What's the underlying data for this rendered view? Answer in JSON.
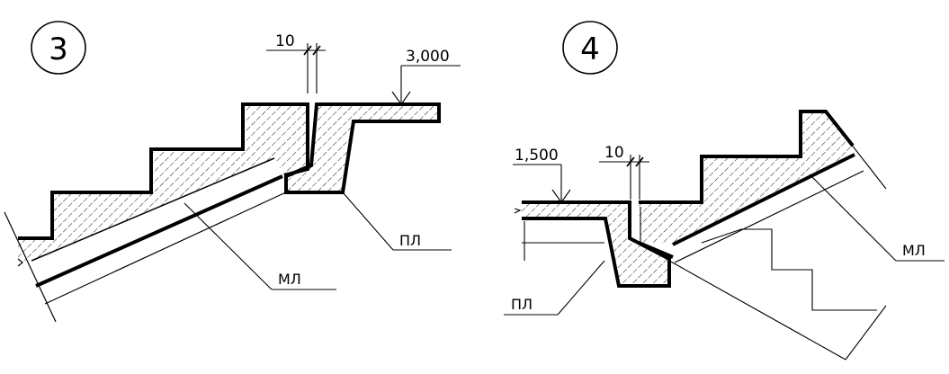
{
  "detail_3": {
    "number": "3",
    "gap_dimension": "10",
    "elevation": "3,000",
    "label_landing": "ПЛ",
    "label_stair": "МЛ"
  },
  "detail_4": {
    "number": "4",
    "gap_dimension": "10",
    "elevation": "1,500",
    "label_landing": "ПЛ",
    "label_stair": "МЛ"
  },
  "colors": {
    "line": "#000000",
    "background": "#ffffff"
  }
}
